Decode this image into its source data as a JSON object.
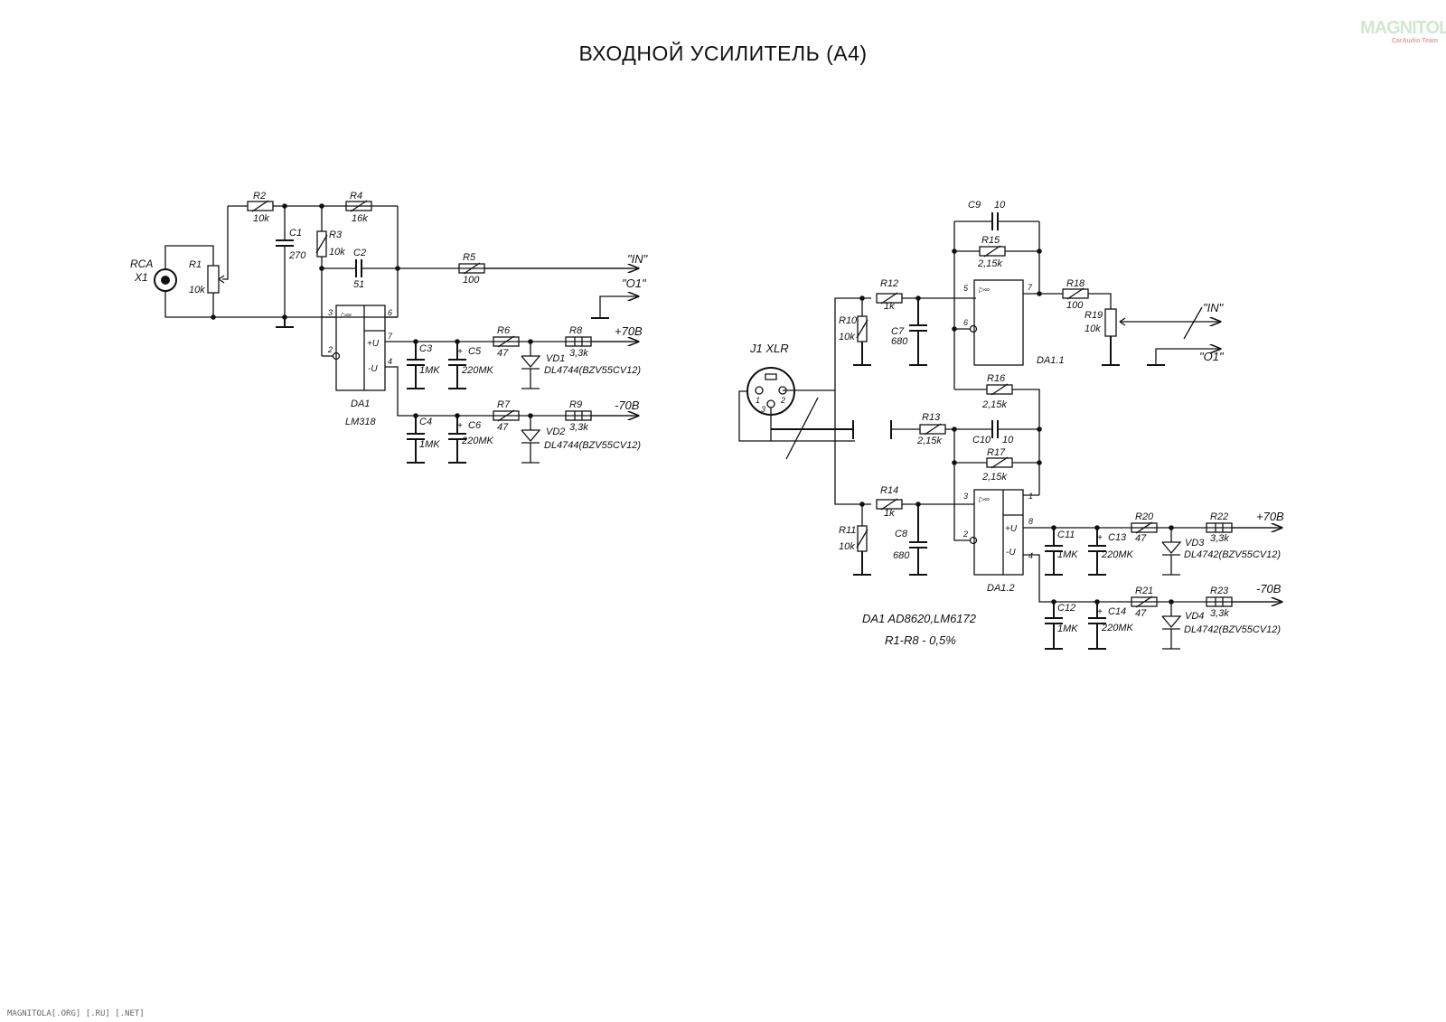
{
  "title": "ВХОДНОЙ УСИЛИТЕЛЬ (А4)",
  "footer": "MAGNITOLA[.ORG] [.RU] [.NET]",
  "watermark": {
    "main": "MAGNITOLA",
    "sub": "CarAudio Team"
  },
  "labels": {
    "rca": "RCA",
    "x1": "X1",
    "r1": "R1",
    "r1v": "10k",
    "r2": "R2",
    "r2v": "10k",
    "c1": "C1",
    "c1v": "270",
    "r3": "R3",
    "r3v": "10k",
    "r4": "R4",
    "r4v": "16k",
    "c2": "C2",
    "c2v": "51",
    "r5": "R5",
    "r5v": "100",
    "in1": "\"IN\"",
    "o1a": "\"O1\"",
    "pin3": "3",
    "pin2": "2",
    "pin6": "6",
    "pin7": "7",
    "pin4": "4",
    "plusu": "+U",
    "minusu": "-U",
    "da1": "DA1",
    "lm318": "LM318",
    "c3": "C3",
    "c3v": "1MK",
    "c5": "C5",
    "c5v": "220MK",
    "r6": "R6",
    "r6v": "47",
    "vd1": "VD1",
    "vd1v": "DL4744(BZV55CV12)",
    "r8": "R8",
    "r8v": "3,3k",
    "p70a": "+70B",
    "c4": "C4",
    "c4v": "1MK",
    "c6": "C6",
    "c6v": "220MK",
    "r7": "R7",
    "r7v": "47",
    "vd2": "VD2",
    "vd2v": "DL4744(BZV55CV12)",
    "r9": "R9",
    "r9v": "3,3k",
    "m70a": "-70B",
    "plus": "+",
    "j1": "J1 XLR",
    "xlr1": "1",
    "xlr2": "2",
    "xlr3": "3",
    "c9": "C9",
    "c9v": "10",
    "r15": "R15",
    "r15v": "2,15k",
    "r12": "R12",
    "r12v": "1k",
    "r10": "R10",
    "r10v": "10k",
    "c7": "C7",
    "c7v": "680",
    "pin5": "5",
    "pin6b": "6",
    "pin7b": "7",
    "da11": "DA1.1",
    "r18": "R18",
    "r18v": "100",
    "r19": "R19",
    "r19v": "10k",
    "in2": "\"IN\"",
    "o1b": "\"O1\"",
    "r16": "R16",
    "r16v": "2,15k",
    "r13": "R13",
    "r13v": "2,15k",
    "c10": "C10",
    "c10v": "10",
    "r17": "R17",
    "r17v": "2,15k",
    "r14": "R14",
    "r14v": "1k",
    "r11": "R11",
    "r11v": "10k",
    "c8": "C8",
    "c8v": "680",
    "pin3b": "3",
    "pin2b": "2",
    "pin1b": "1",
    "pin8b": "8",
    "pin4b": "4",
    "da12": "DA1.2",
    "c11": "C11",
    "c11v": "1MK",
    "c13": "C13",
    "c13v": "220MK",
    "r20": "R20",
    "r20v": "47",
    "vd3": "VD3",
    "vd3v": "DL4742(BZV55CV12)",
    "r22": "R22",
    "r22v": "3,3k",
    "p70b": "+70B",
    "c12": "C12",
    "c12v": "1MK",
    "c14": "C14",
    "c14v": "220MK",
    "r21": "R21",
    "r21v": "47",
    "vd4": "VD4",
    "vd4v": "DL4742(BZV55CV12)",
    "r23": "R23",
    "r23v": "3,3k",
    "m70b": "-70B",
    "note1": "DA1 AD8620,LM6172",
    "note2": "R1-R8 - 0,5%",
    "opamp": "▷∞"
  }
}
